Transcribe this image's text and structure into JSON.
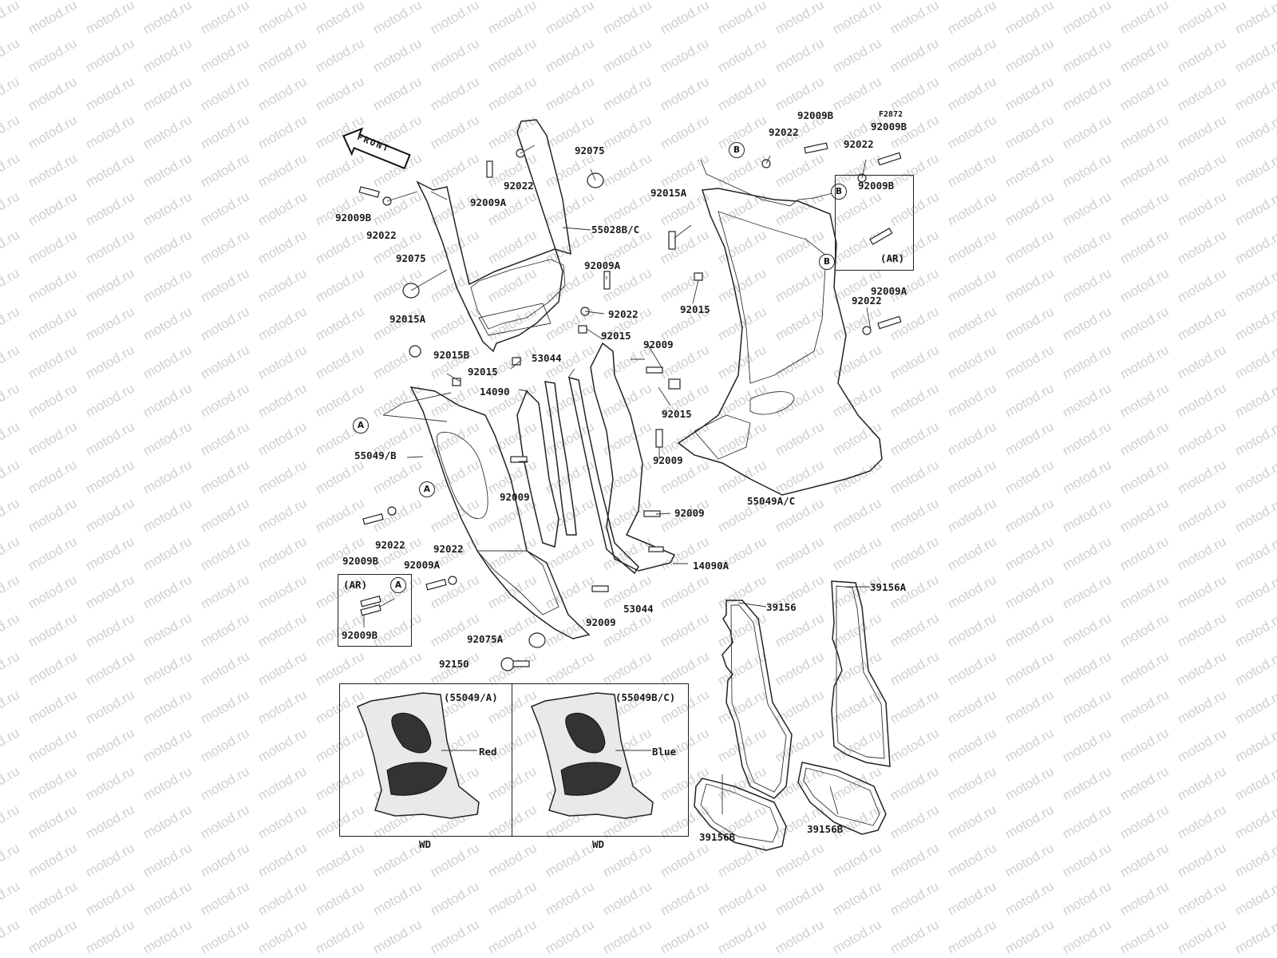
{
  "watermark": {
    "text": "motod.ru"
  },
  "diagram_code": "F2872",
  "front_marker": "FRONT",
  "ref_markers": {
    "a": "A",
    "b": "B"
  },
  "callouts": {
    "c1": "92009B",
    "c2": "92022",
    "c3": "92075",
    "c4": "92009A",
    "c5": "92022",
    "c6": "92075",
    "c7": "55028B/C",
    "c8": "92009A",
    "c9": "92022",
    "c10": "92015",
    "c11": "92015A",
    "c12": "92015B",
    "c13": "92015",
    "c14": "53044",
    "c15": "14090",
    "c16": "55049/B",
    "c17": "92009",
    "c18": "92022",
    "c19": "92009B",
    "c20": "92009A",
    "c21": "92022",
    "c22": "92009B",
    "c23": "92075A",
    "c24": "92150",
    "c25": "92009",
    "c26": "53044",
    "c27": "92009",
    "c28": "92015",
    "c29": "92009",
    "c30": "92009",
    "c31": "14090A",
    "c32": "55049A/C",
    "c33": "92015A",
    "c34": "92015",
    "c35": "92009B",
    "c36": "92022",
    "c37": "92009B",
    "c38": "92022",
    "c39": "92009B",
    "c40": "92009A",
    "c41": "92022",
    "c42": "39156",
    "c43": "39156A",
    "c44": "39156B",
    "c45": "39156B"
  },
  "ar_box_left": {
    "label": "(AR)",
    "part": "92009B"
  },
  "ar_box_right": {
    "label": "(AR)",
    "part": "92009B"
  },
  "variants": [
    {
      "model": "(55049/A)",
      "color": "Red",
      "code": "WD"
    },
    {
      "model": "(55049B/C)",
      "color": "Blue",
      "code": "WD"
    }
  ]
}
